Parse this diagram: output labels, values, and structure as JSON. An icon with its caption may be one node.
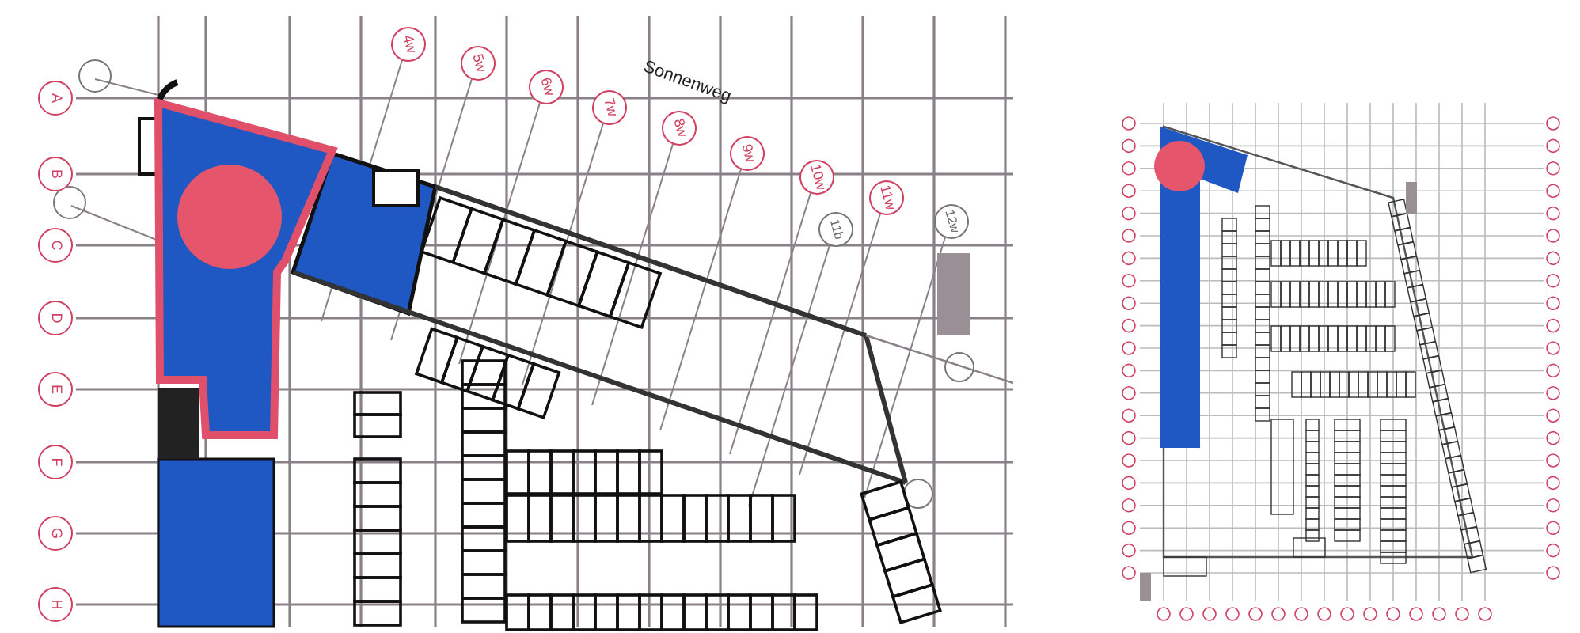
{
  "diagram": {
    "labels": [
      "A",
      "B",
      "C",
      "D",
      "E",
      "F",
      "G",
      "H",
      "4w",
      "5w",
      "6w",
      "7w",
      "Sonnenweg",
      "8w",
      "9w",
      "10w",
      "11w",
      "11b",
      "12w"
    ]
  }
}
